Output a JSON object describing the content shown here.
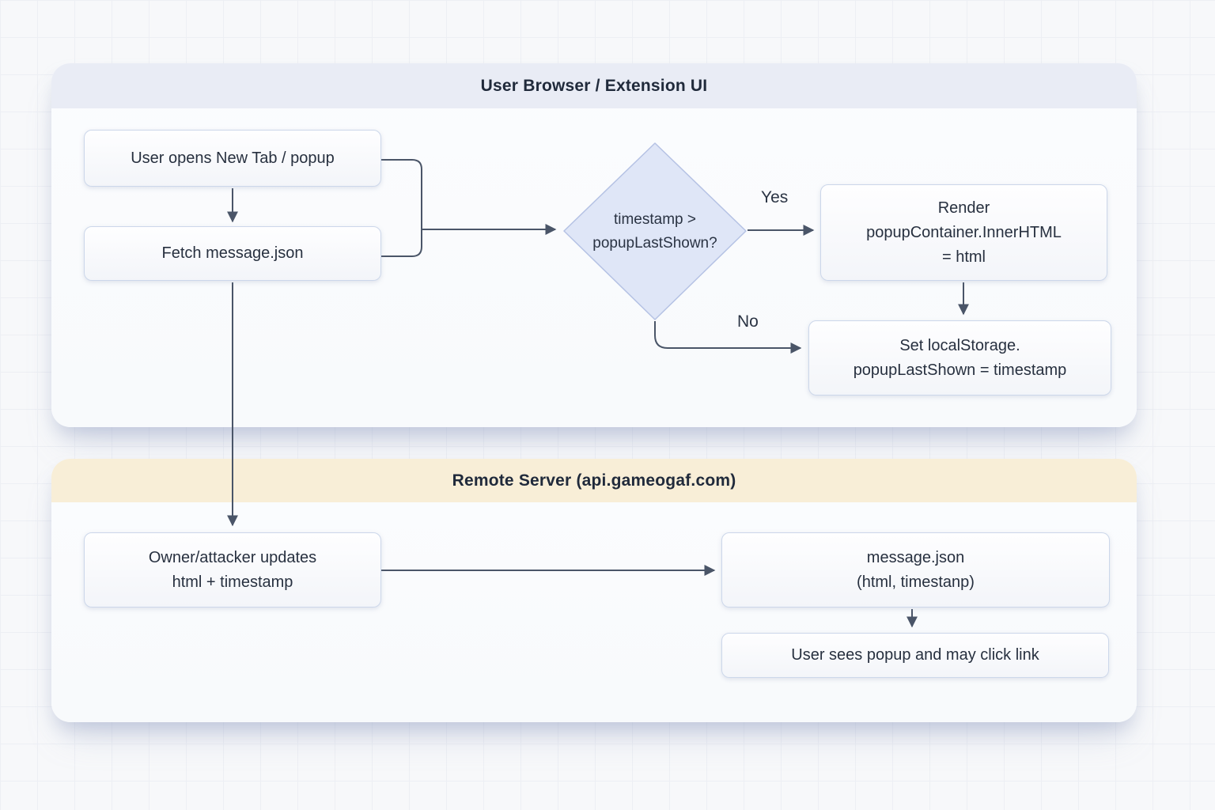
{
  "sections": {
    "browser": {
      "title": "User Browser / Extension UI"
    },
    "server": {
      "title": "Remote Server (api.gameogaf.com)"
    }
  },
  "nodes": {
    "open_tab": {
      "lines": [
        "User opens New Tab / popup"
      ]
    },
    "fetch_message": {
      "lines": [
        "Fetch message.json"
      ]
    },
    "decision": {
      "lines": [
        "timestamp >",
        "popupLastShown?"
      ]
    },
    "render": {
      "lines": [
        "Render",
        "popupContainer.InnerHTML",
        "= html"
      ]
    },
    "set_storage": {
      "lines": [
        "Set localStorage.",
        "popupLastShown = timestamp"
      ]
    },
    "owner_update": {
      "lines": [
        "Owner/attacker updates",
        "html + timestamp"
      ]
    },
    "message_json": {
      "lines": [
        "message.json",
        "(html, timestanp)"
      ]
    },
    "user_sees": {
      "lines": [
        "User sees popup and may click link"
      ]
    }
  },
  "edge_labels": {
    "yes": "Yes",
    "no": "No"
  },
  "colors": {
    "browser_header_bg": "#e9ecf5",
    "server_header_bg": "#f8eed7",
    "diamond_fill": "#dfe6f7",
    "diamond_border": "#b5c2e4",
    "arrow": "#4a5568",
    "node_border": "#ccd7ea",
    "node_text": "#27303f"
  }
}
